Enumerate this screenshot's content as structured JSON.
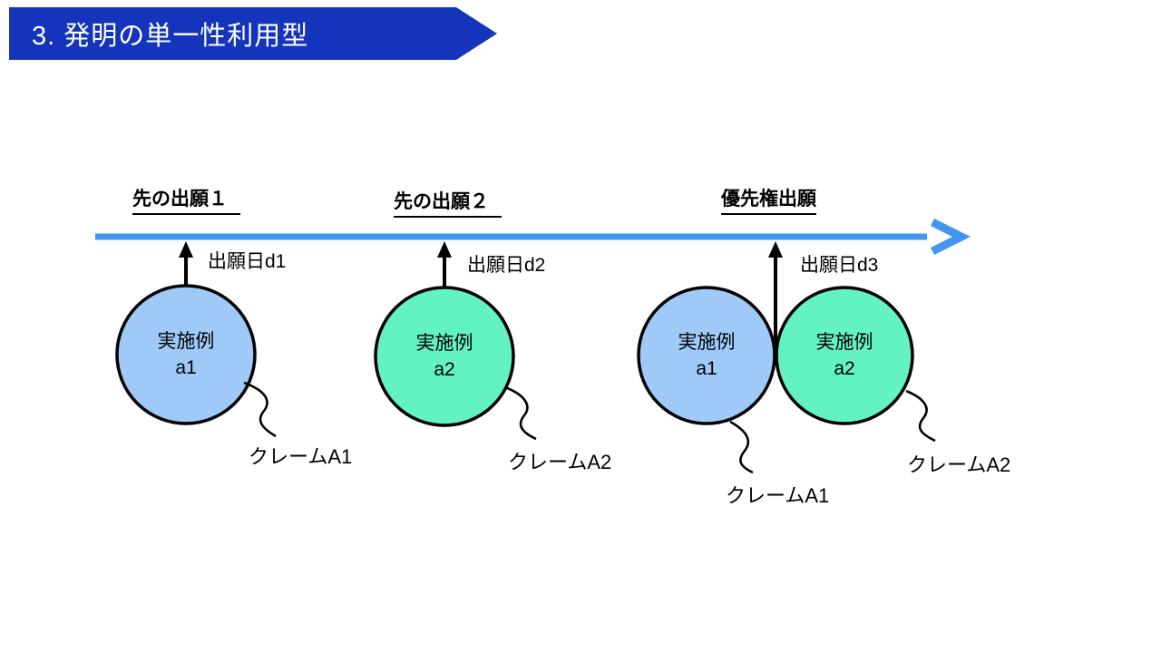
{
  "title": {
    "text": "3. 発明の単一性利用型"
  },
  "colors": {
    "banner_blue": "#1434bc",
    "timeline_blue": "#4296f0",
    "embodiment_blue_fill": "#9fcaf8",
    "embodiment_green_fill": "#63f2c1",
    "outline": "#000000"
  },
  "timeline": {
    "applications": [
      {
        "name": "先の出願１",
        "date": "出願日d1"
      },
      {
        "name": "先の出願２",
        "date": "出願日d2"
      },
      {
        "name": "優先権出願",
        "date": "出願日d3"
      }
    ]
  },
  "embodiments": [
    {
      "title": "実施例",
      "id": "a1",
      "claim": "クレームA1",
      "fill": "blue"
    },
    {
      "title": "実施例",
      "id": "a2",
      "claim": "クレームA2",
      "fill": "green"
    },
    {
      "title": "実施例",
      "id": "a1",
      "claim": "クレームA1",
      "fill": "blue"
    },
    {
      "title": "実施例",
      "id": "a2",
      "claim": "クレームA2",
      "fill": "green"
    }
  ]
}
